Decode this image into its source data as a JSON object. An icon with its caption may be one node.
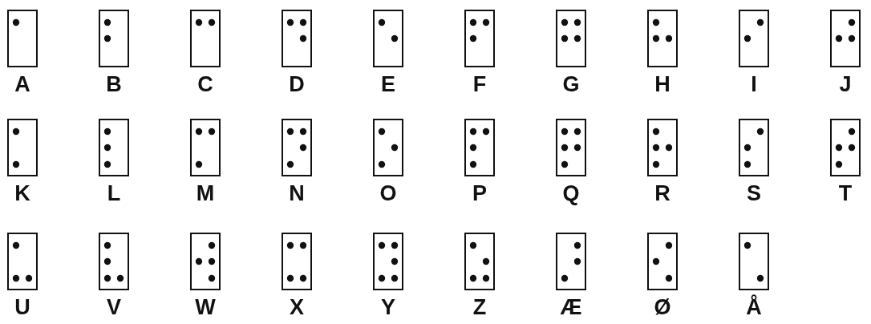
{
  "diagram": {
    "nodes": [
      {
        "text": [
          "A"
        ]
      },
      {
        "text": [
          "B"
        ]
      },
      {
        "text": [
          "C"
        ]
      },
      {
        "text": [
          "D"
        ]
      },
      {
        "text": [
          "E"
        ]
      },
      {
        "text": [
          "F"
        ]
      },
      {
        "text": [
          "G"
        ]
      },
      {
        "text": [
          "H"
        ]
      },
      {
        "text": [
          "I"
        ]
      },
      {
        "text": [
          "J"
        ]
      },
      {
        "text": [
          "K"
        ]
      },
      {
        "text": [
          "L"
        ]
      },
      {
        "text": [
          "M"
        ]
      },
      {
        "text": [
          "N"
        ]
      },
      {
        "text": [
          "O"
        ]
      },
      {
        "text": [
          "P"
        ]
      },
      {
        "text": [
          "Q"
        ]
      },
      {
        "text": [
          "R"
        ]
      },
      {
        "text": [
          "S"
        ]
      },
      {
        "text": [
          "T"
        ]
      },
      {
        "text": [
          "U"
        ]
      },
      {
        "text": [
          "V"
        ]
      },
      {
        "text": [
          "W"
        ]
      },
      {
        "text": [
          "X"
        ]
      },
      {
        "text": [
          "Y"
        ]
      },
      {
        "text": [
          "Z"
        ]
      },
      {
        "text": [
          "Æ"
        ]
      },
      {
        "text": [
          "Ø"
        ]
      },
      {
        "text": [
          "Å"
        ]
      }
    ],
    "edges": []
  }
}
